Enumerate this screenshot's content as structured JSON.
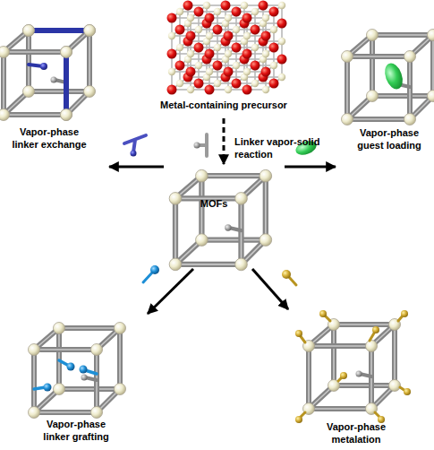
{
  "diagram": {
    "nodes": [
      {
        "text": [
          "Metal-containing precursor"
        ]
      },
      {
        "text": [
          "Vapor-phase linker exchange"
        ]
      },
      {
        "text": [
          "Vapor-phase guest loading"
        ]
      },
      {
        "text": [
          "MOFs"
        ]
      },
      {
        "text": [
          "Vapor-phase linker grafting"
        ]
      },
      {
        "text": [
          "Vapor-phase metalation"
        ]
      }
    ],
    "edges": [
      {
        "from": 0,
        "to": 3,
        "arrow": "to",
        "label": "Linker vapor-solid reaction"
      },
      {
        "from": 3,
        "to": 1,
        "arrow": "to"
      },
      {
        "from": 3,
        "to": 2,
        "arrow": "to"
      },
      {
        "from": 3,
        "to": 4,
        "arrow": "to"
      },
      {
        "from": 3,
        "to": 5,
        "arrow": "to"
      }
    ]
  }
}
